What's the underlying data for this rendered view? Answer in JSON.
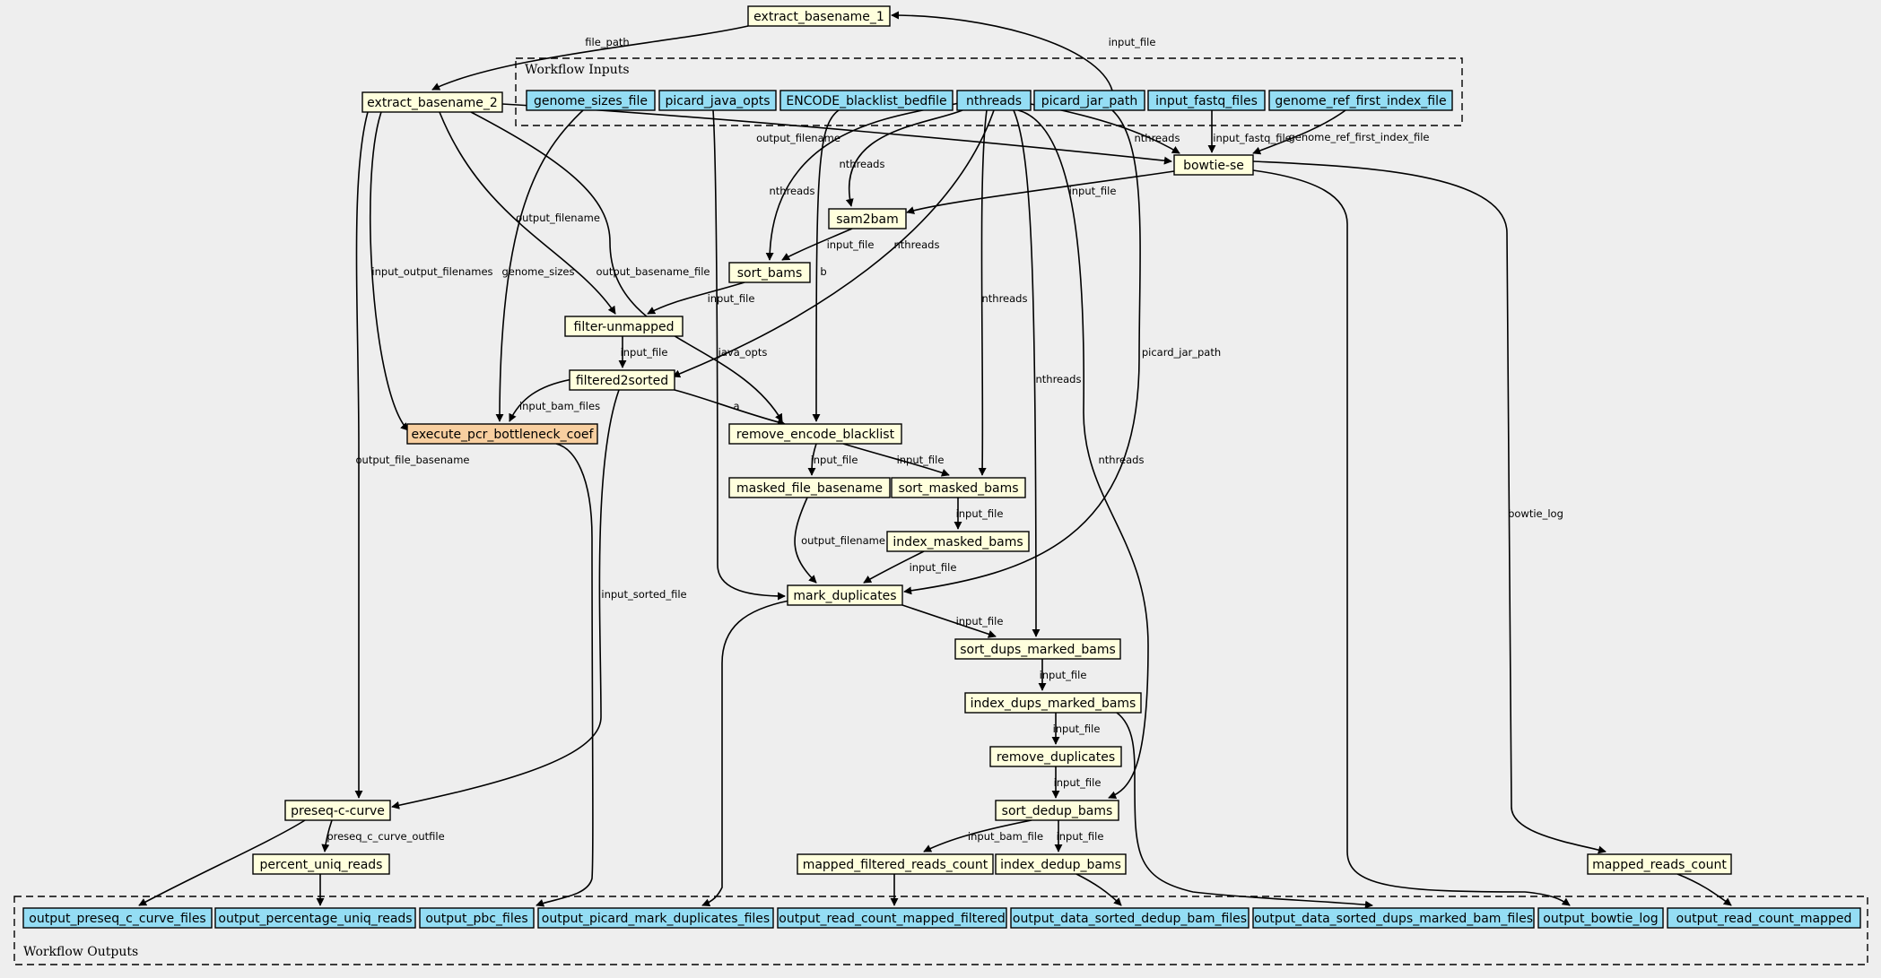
{
  "clusters": {
    "inputs": "Workflow Inputs",
    "outputs": "Workflow Outputs"
  },
  "nodes": {
    "extract_basename_1": "extract_basename_1",
    "extract_basename_2": "extract_basename_2",
    "genome_sizes_file": "genome_sizes_file",
    "picard_java_opts": "picard_java_opts",
    "ENCODE_blacklist_bedfile": "ENCODE_blacklist_bedfile",
    "nthreads": "nthreads",
    "picard_jar_path": "picard_jar_path",
    "input_fastq_files": "input_fastq_files",
    "genome_ref_first_index_file": "genome_ref_first_index_file",
    "bowtie_se": "bowtie-se",
    "sam2bam": "sam2bam",
    "sort_bams": "sort_bams",
    "filter_unmapped": "filter-unmapped",
    "filtered2sorted": "filtered2sorted",
    "execute_pcr_bottleneck_coef": "execute_pcr_bottleneck_coef",
    "remove_encode_blacklist": "remove_encode_blacklist",
    "masked_file_basename": "masked_file_basename",
    "sort_masked_bams": "sort_masked_bams",
    "index_masked_bams": "index_masked_bams",
    "mark_duplicates": "mark_duplicates",
    "sort_dups_marked_bams": "sort_dups_marked_bams",
    "index_dups_marked_bams": "index_dups_marked_bams",
    "remove_duplicates": "remove_duplicates",
    "sort_dedup_bams": "sort_dedup_bams",
    "preseq_c_curve": "preseq-c-curve",
    "percent_uniq_reads": "percent_uniq_reads",
    "mapped_filtered_reads_count": "mapped_filtered_reads_count",
    "index_dedup_bams": "index_dedup_bams",
    "mapped_reads_count": "mapped_reads_count",
    "output_preseq_c_curve_files": "output_preseq_c_curve_files",
    "output_percentage_uniq_reads": "output_percentage_uniq_reads",
    "output_pbc_files": "output_pbc_files",
    "output_picard_mark_duplicates_files": "output_picard_mark_duplicates_files",
    "output_read_count_mapped_filtered": "output_read_count_mapped_filtered",
    "output_data_sorted_dedup_bam_files": "output_data_sorted_dedup_bam_files",
    "output_data_sorted_dups_marked_bam_files": "output_data_sorted_dups_marked_bam_files",
    "output_bowtie_log": "output_bowtie_log",
    "output_read_count_mapped": "output_read_count_mapped"
  },
  "edges": [
    {
      "from": "input_fastq_files",
      "to": "extract_basename_1",
      "label": "input_file"
    },
    {
      "from": "extract_basename_1",
      "to": "extract_basename_2",
      "label": "file_path"
    },
    {
      "from": "extract_basename_2",
      "to": "bowtie_se",
      "label": "output_filename"
    },
    {
      "from": "nthreads",
      "to": "bowtie_se",
      "label": "nthreads"
    },
    {
      "from": "input_fastq_files",
      "to": "bowtie_se",
      "label": "input_fastq_file"
    },
    {
      "from": "genome_ref_first_index_file",
      "to": "bowtie_se",
      "label": "genome_ref_first_index_file"
    },
    {
      "from": "nthreads",
      "to": "sam2bam",
      "label": "nthreads"
    },
    {
      "from": "bowtie_se",
      "to": "sam2bam",
      "label": "input_file"
    },
    {
      "from": "nthreads",
      "to": "sort_bams",
      "label": "nthreads"
    },
    {
      "from": "sam2bam",
      "to": "sort_bams",
      "label": "input_file"
    },
    {
      "from": "extract_basename_2",
      "to": "filter_unmapped",
      "label": "output_filename"
    },
    {
      "from": "sort_bams",
      "to": "filter_unmapped",
      "label": "input_file"
    },
    {
      "from": "nthreads",
      "to": "filtered2sorted",
      "label": "nthreads"
    },
    {
      "from": "filter_unmapped",
      "to": "filtered2sorted",
      "label": "input_file"
    },
    {
      "from": "extract_basename_2",
      "to": "execute_pcr_bottleneck_coef",
      "label": "input_output_filenames"
    },
    {
      "from": "genome_sizes_file",
      "to": "execute_pcr_bottleneck_coef",
      "label": "genome_sizes"
    },
    {
      "from": "filtered2sorted",
      "to": "execute_pcr_bottleneck_coef",
      "label": "input_bam_files"
    },
    {
      "from": "extract_basename_2",
      "to": "remove_encode_blacklist",
      "label": "output_basename_file"
    },
    {
      "from": "ENCODE_blacklist_bedfile",
      "to": "remove_encode_blacklist",
      "label": "b"
    },
    {
      "from": "filtered2sorted",
      "to": "remove_encode_blacklist",
      "label": "a"
    },
    {
      "from": "remove_encode_blacklist",
      "to": "masked_file_basename",
      "label": "input_file"
    },
    {
      "from": "remove_encode_blacklist",
      "to": "sort_masked_bams",
      "label": "input_file"
    },
    {
      "from": "nthreads",
      "to": "sort_masked_bams",
      "label": "nthreads"
    },
    {
      "from": "sort_masked_bams",
      "to": "index_masked_bams",
      "label": "input_file"
    },
    {
      "from": "picard_java_opts",
      "to": "mark_duplicates",
      "label": "java_opts"
    },
    {
      "from": "masked_file_basename",
      "to": "mark_duplicates",
      "label": "output_filename"
    },
    {
      "from": "index_masked_bams",
      "to": "mark_duplicates",
      "label": "input_file"
    },
    {
      "from": "picard_jar_path",
      "to": "mark_duplicates",
      "label": "picard_jar_path"
    },
    {
      "from": "nthreads",
      "to": "sort_dups_marked_bams",
      "label": "nthreads"
    },
    {
      "from": "mark_duplicates",
      "to": "sort_dups_marked_bams",
      "label": "input_file"
    },
    {
      "from": "sort_dups_marked_bams",
      "to": "index_dups_marked_bams",
      "label": "input_file"
    },
    {
      "from": "index_dups_marked_bams",
      "to": "remove_duplicates",
      "label": "input_file"
    },
    {
      "from": "nthreads",
      "to": "sort_dedup_bams",
      "label": "nthreads"
    },
    {
      "from": "remove_duplicates",
      "to": "sort_dedup_bams",
      "label": "input_file"
    },
    {
      "from": "extract_basename_2",
      "to": "preseq_c_curve",
      "label": "output_file_basename"
    },
    {
      "from": "filtered2sorted",
      "to": "preseq_c_curve",
      "label": "input_sorted_file"
    },
    {
      "from": "preseq_c_curve",
      "to": "percent_uniq_reads",
      "label": "preseq_c_curve_outfile"
    },
    {
      "from": "sort_dedup_bams",
      "to": "mapped_filtered_reads_count",
      "label": "input_bam_file"
    },
    {
      "from": "sort_dedup_bams",
      "to": "index_dedup_bams",
      "label": "input_file"
    },
    {
      "from": "bowtie_se",
      "to": "mapped_reads_count",
      "label": "bowtie_log"
    },
    {
      "from": "preseq_c_curve",
      "to": "output_preseq_c_curve_files",
      "label": ""
    },
    {
      "from": "percent_uniq_reads",
      "to": "output_percentage_uniq_reads",
      "label": ""
    },
    {
      "from": "execute_pcr_bottleneck_coef",
      "to": "output_pbc_files",
      "label": ""
    },
    {
      "from": "mark_duplicates",
      "to": "output_picard_mark_duplicates_files",
      "label": ""
    },
    {
      "from": "mapped_filtered_reads_count",
      "to": "output_read_count_mapped_filtered",
      "label": ""
    },
    {
      "from": "index_dedup_bams",
      "to": "output_data_sorted_dedup_bam_files",
      "label": ""
    },
    {
      "from": "index_dups_marked_bams",
      "to": "output_data_sorted_dups_marked_bam_files",
      "label": ""
    },
    {
      "from": "bowtie_se",
      "to": "output_bowtie_log",
      "label": ""
    },
    {
      "from": "mapped_reads_count",
      "to": "output_read_count_mapped",
      "label": ""
    }
  ]
}
